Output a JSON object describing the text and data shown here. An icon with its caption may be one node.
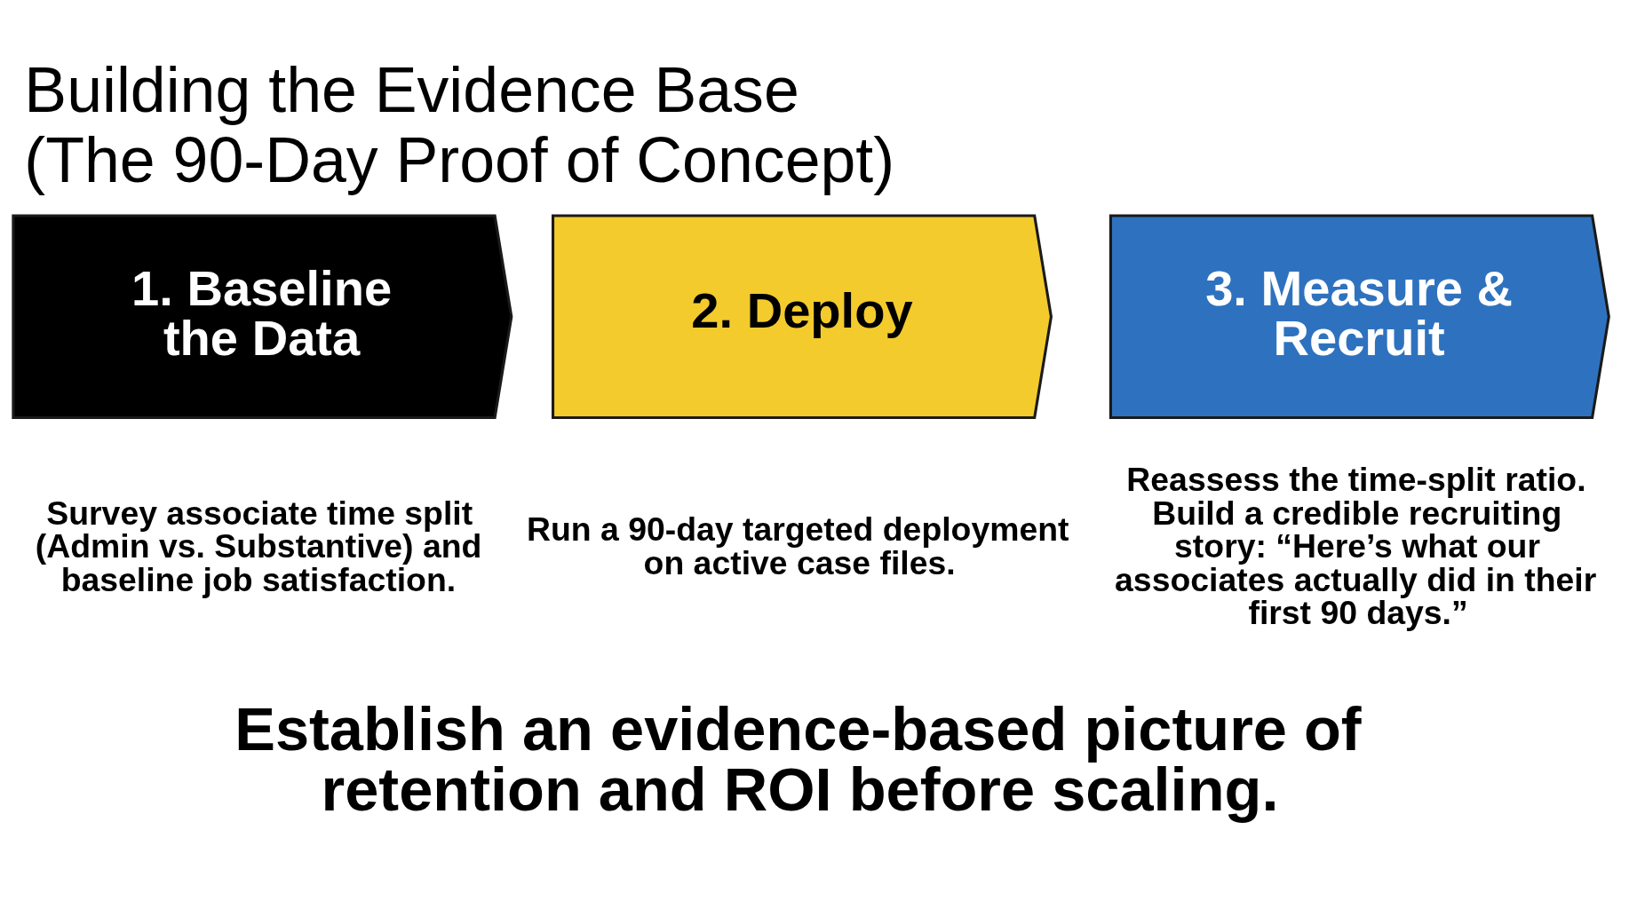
{
  "diagram": {
    "title": "Building the Evidence Base (The 90-Day Proof of Concept)",
    "caption": "Establish an evidence-based picture of retention and ROI before scaling.",
    "nodes": [
      {
        "text": [
          "1. Baseline the Data"
        ],
        "beside": [
          "Survey associate time split (Admin vs. Substantive) and baseline job satisfaction."
        ]
      },
      {
        "text": [
          "2. Deploy"
        ],
        "beside": [
          "Run a 90-day targeted deployment on active case files."
        ]
      },
      {
        "text": [
          "3. Measure & Recruit"
        ],
        "beside": [
          "Reassess the time-split ratio. Build a credible recruiting story: “Here’s what our associates actually did in their first 90 days.”"
        ]
      }
    ]
  }
}
